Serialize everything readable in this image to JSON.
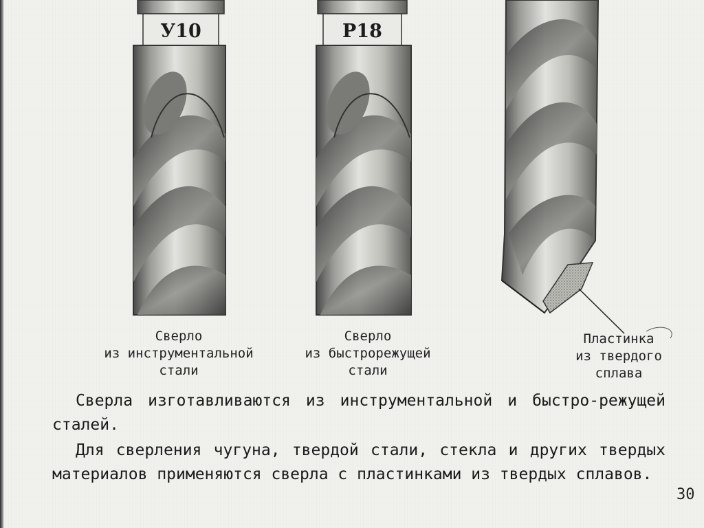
{
  "drills": [
    {
      "band_label": "У10",
      "caption": [
        "Сверло",
        "из инструментальной",
        "стали"
      ]
    },
    {
      "band_label": "Р18",
      "caption": [
        "Сверло",
        "из быстрорежущей",
        "стали"
      ]
    },
    {
      "band_label": "",
      "caption": [
        "Пластинка",
        "из твердого",
        "сплава"
      ]
    }
  ],
  "body": {
    "paragraph1": "Сверла изготавливаются из инструментальной и быстро-режущей сталей.",
    "paragraph2": "Для сверления чугуна, твердой стали, стекла и других твердых материалов применяются сверла с пластинками из твердых сплавов."
  },
  "page_number": "30",
  "colors": {
    "paper": "#f0f0ed",
    "ink": "#1c1c1c",
    "steel_light": "#d6d6d2",
    "steel_dark": "#5a5a5a"
  }
}
